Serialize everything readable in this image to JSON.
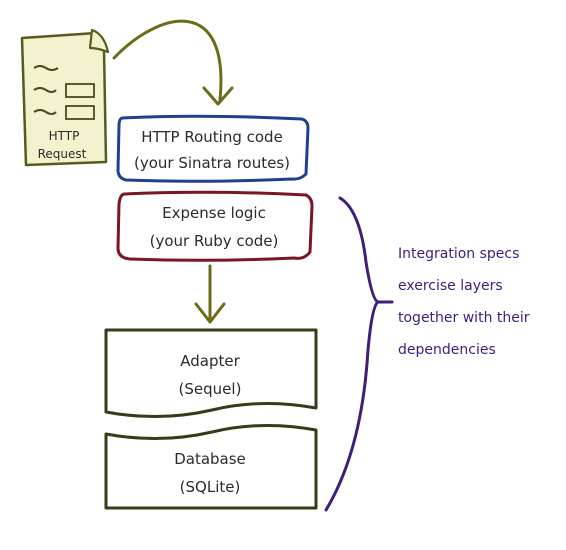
{
  "request_doc": {
    "line1": "HTTP",
    "line2": "Request"
  },
  "layers": [
    {
      "line1": "HTTP Routing code",
      "line2": "(your Sinatra routes)",
      "color": "#1f3f8f"
    },
    {
      "line1": "Expense logic",
      "line2": "(your Ruby code)",
      "color": "#7a1626"
    },
    {
      "line1": "Adapter",
      "line2": "(Sequel)",
      "color": "#3a3a1a"
    },
    {
      "line1": "Database",
      "line2": "(SQLite)",
      "color": "#3a3a1a"
    }
  ],
  "annotation": {
    "lines": [
      "Integration specs",
      "exercise layers",
      "together with their",
      "dependencies"
    ],
    "color": "#3f1e7a"
  },
  "colors": {
    "arrow": "#6b6b1a",
    "document_fill": "#f3f2cf",
    "document_stroke": "#5a5a1e",
    "bracket": "#3f1e7a"
  }
}
